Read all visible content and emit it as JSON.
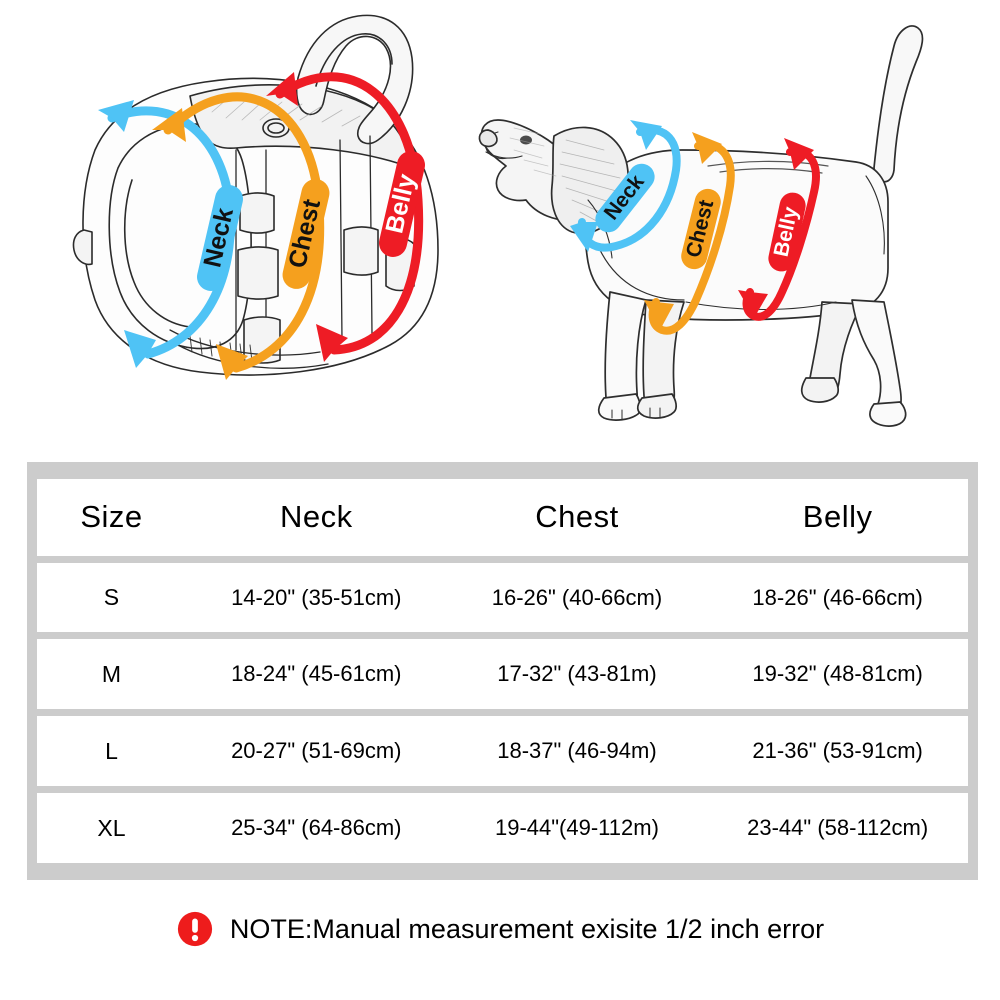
{
  "illustrations": {
    "harness": {
      "alt": "dog harness line drawing with measurement arcs",
      "labels": [
        {
          "text": "Neck",
          "color": "#4FC3F5"
        },
        {
          "text": "Chest",
          "color": "#F5A01E"
        },
        {
          "text": "Belly",
          "color": "#EE1C25"
        }
      ]
    },
    "dog": {
      "alt": "beagle side profile with measurement arcs",
      "labels": [
        {
          "text": "Neck",
          "color": "#4FC3F5"
        },
        {
          "text": "Chest",
          "color": "#F5A01E"
        },
        {
          "text": "Belly",
          "color": "#EE1C25"
        }
      ]
    }
  },
  "colors": {
    "neck": "#4FC3F5",
    "chest": "#F5A01E",
    "belly": "#EE1C25",
    "panel_gray": "#cccccc",
    "row_white": "#ffffff",
    "note_red": "#EE1C1C",
    "line_art": "#1a1a1a"
  },
  "table": {
    "headers": [
      "Size",
      "Neck",
      "Chest",
      "Belly"
    ],
    "rows": [
      {
        "size": "S",
        "neck": "14-20\" (35-51cm)",
        "chest": "16-26\" (40-66cm)",
        "belly": "18-26\" (46-66cm)"
      },
      {
        "size": "M",
        "neck": "18-24\" (45-61cm)",
        "chest": "17-32\" (43-81m)",
        "belly": "19-32\" (48-81cm)"
      },
      {
        "size": "L",
        "neck": "20-27\" (51-69cm)",
        "chest": "18-37\" (46-94m)",
        "belly": "21-36\" (53-91cm)"
      },
      {
        "size": "XL",
        "neck": "25-34\" (64-86cm)",
        "chest": "19-44\"(49-112m)",
        "belly": "23-44\" (58-112cm)"
      }
    ]
  },
  "note": {
    "icon": "exclamation-circle-icon",
    "text": "NOTE:Manual measurement exisite 1/2 inch error"
  }
}
